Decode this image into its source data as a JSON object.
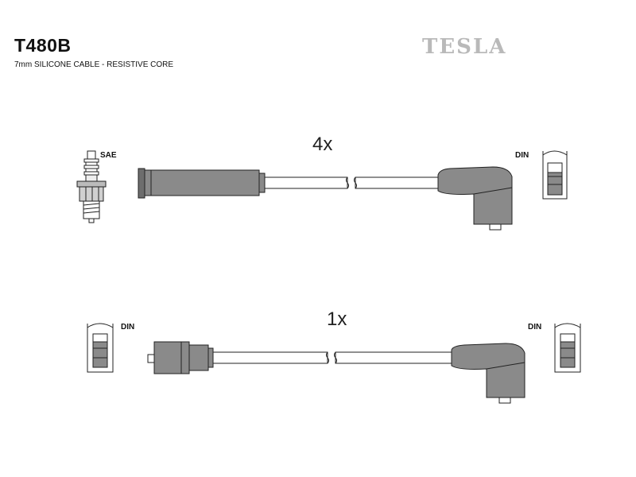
{
  "header": {
    "part_code": "T480B",
    "description": "7mm SILICONE CABLE - RESISTIVE CORE",
    "brand": "TESLA"
  },
  "set_top": {
    "quantity": "4x",
    "left_connector": "SAE",
    "right_connector": "DIN"
  },
  "set_bottom": {
    "quantity": "1x",
    "left_connector": "DIN",
    "right_connector": "DIN"
  },
  "colors": {
    "boot_fill": "#8a8a8a",
    "boot_dark": "#5e5e5e",
    "cable_fill": "#ffffff",
    "outline": "#222222",
    "brand": "#b9b9b9"
  }
}
